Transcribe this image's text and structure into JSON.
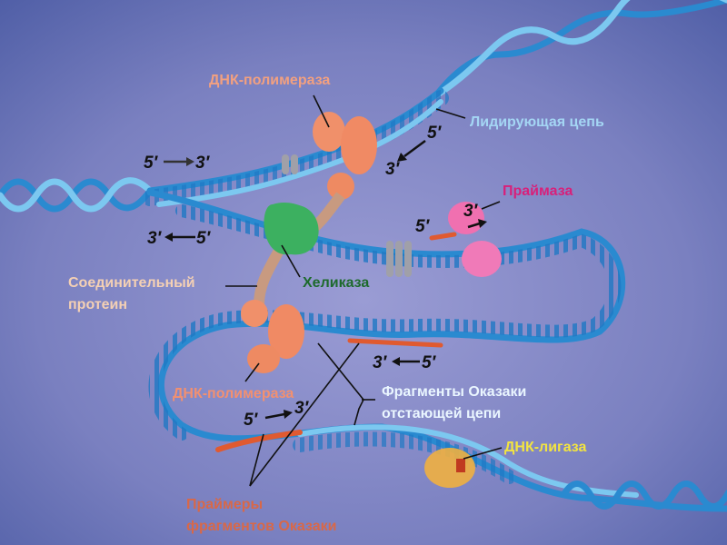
{
  "labels": {
    "polymerase_top": "ДНК-полимераза",
    "leading_strand": "Лидирующая цепь",
    "primase": "Праймаза",
    "connector_line1": "Соединительный",
    "connector_line2": "протеин",
    "helicase": "Хеликаза",
    "polymerase_bottom": "ДНК-полимераза",
    "okazaki_line1": "Фрагменты Оказаки",
    "okazaki_line2": "отстающей цепи",
    "ligase": "ДНК-лигаза",
    "primers_line1": "Праймеры",
    "primers_line2": "фрагментов Оказаки"
  },
  "directions": {
    "top_left": {
      "from": "5′",
      "to": "3′"
    },
    "mid_left": {
      "from": "3′",
      "to": "5′"
    },
    "leading": {
      "from": "5′",
      "to": "3′"
    },
    "primase": {
      "from": "5′",
      "to": "3′"
    },
    "lagging_top": {
      "from": "3′",
      "to": "5′"
    },
    "lagging_bottom": {
      "from": "5′",
      "to": "3′"
    }
  },
  "colors": {
    "background": "#6f76b8",
    "dna": "#2a8ad0",
    "dna_light": "#7cc8f0",
    "primer": "#e05a30",
    "polymerase": "#f0906a",
    "helicase": "#3cb060",
    "primase": "#f070b0",
    "ligase": "#f0b040"
  }
}
